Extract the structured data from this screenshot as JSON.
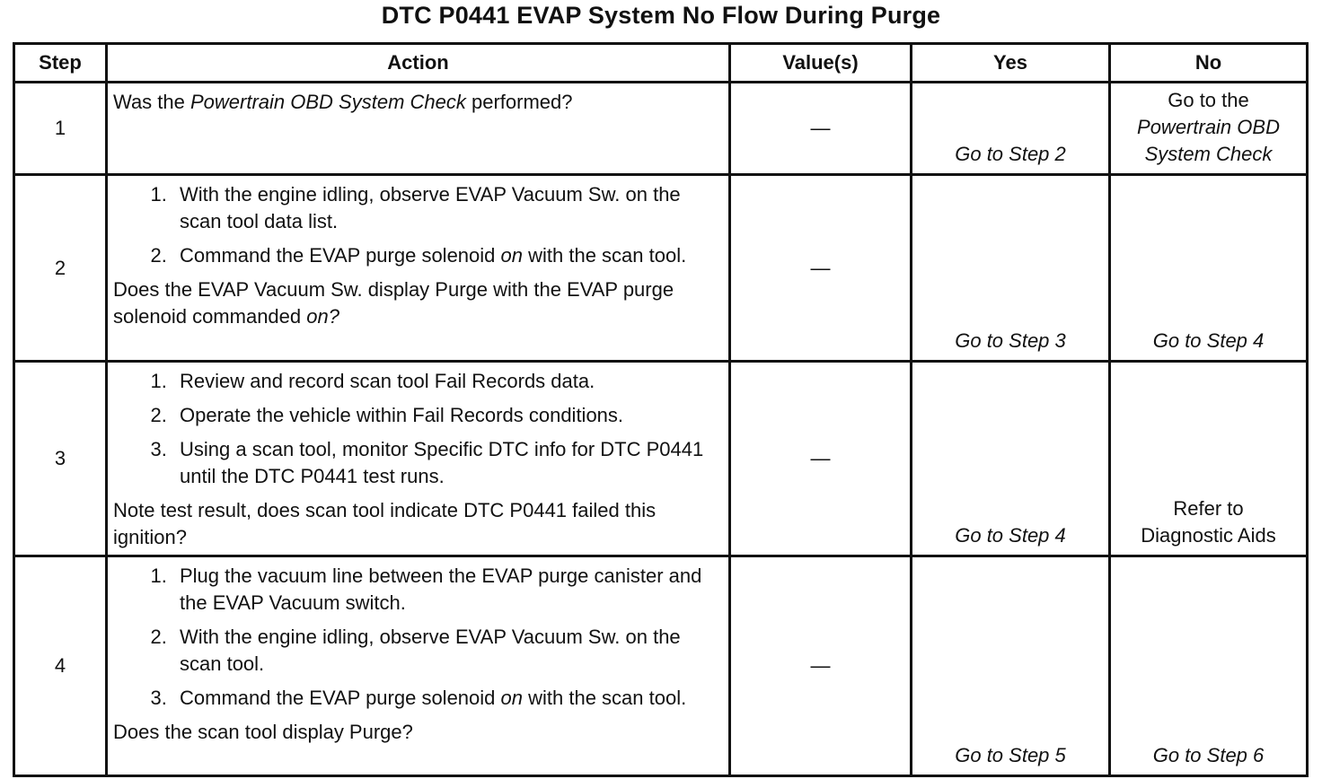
{
  "title": "DTC P0441 EVAP System No Flow During Purge",
  "headers": {
    "step": "Step",
    "action": "Action",
    "values": "Value(s)",
    "yes": "Yes",
    "no": "No"
  },
  "rows": [
    {
      "step": "1",
      "question_prefix": "Was the ",
      "question_italic": "Powertrain OBD System Check",
      "question_suffix": " performed?",
      "value": "—",
      "yes": "Go to Step 2",
      "no_line1": "Go to the",
      "no_line2": "Powertrain OBD",
      "no_line3": "System Check"
    },
    {
      "step": "2",
      "items": [
        {
          "text": "With the engine idling, observe EVAP Vacuum Sw. on the scan tool data list."
        },
        {
          "pre": "Command the EVAP purge solenoid ",
          "ital": "on",
          "post": " with the scan tool."
        }
      ],
      "question_prefix": "Does the EVAP Vacuum Sw. display Purge with the EVAP purge solenoid commanded ",
      "question_italic": "on?",
      "value": "—",
      "yes": "Go to Step 3",
      "no": "Go to Step 4"
    },
    {
      "step": "3",
      "items": [
        "Review and record scan tool Fail Records data.",
        "Operate the vehicle within Fail Records conditions.",
        "Using a scan tool, monitor Specific DTC info for DTC P0441 until the DTC P0441 test runs."
      ],
      "question": "Note test result, does scan tool indicate DTC P0441 failed this ignition?",
      "value": "—",
      "yes": "Go to Step 4",
      "no_line1": "Refer to",
      "no_line2": "Diagnostic Aids"
    },
    {
      "step": "4",
      "items": [
        {
          "text": "Plug the vacuum line between the EVAP purge canister and the EVAP Vacuum switch."
        },
        {
          "text": "With the engine idling, observe EVAP Vacuum Sw. on the scan tool."
        },
        {
          "pre": "Command the EVAP purge solenoid ",
          "ital": "on",
          "post": " with the scan tool."
        }
      ],
      "question": "Does the scan tool display Purge?",
      "value": "—",
      "yes": "Go to Step 5",
      "no": "Go to Step 6"
    }
  ]
}
